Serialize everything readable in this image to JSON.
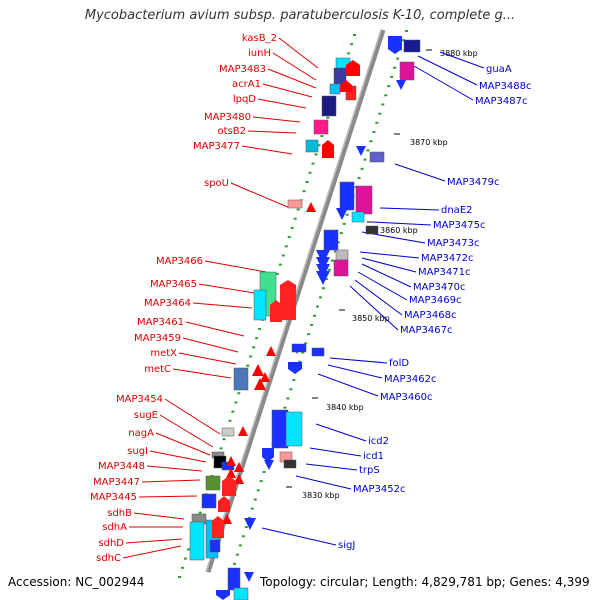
{
  "title": "Mycobacterium avium subsp. paratuberculosis K-10, complete g...",
  "accession": "Accession: NC_002944",
  "topology": "Topology: circular; Length: 4,829,781 bp; Genes: 4,399",
  "colors": {
    "left_labels": "#dd0000",
    "right_labels": "#0000cc",
    "backbone": "#888888"
  },
  "kbp_ticks": [
    {
      "text": "3880 kbp",
      "kbp": 3880
    },
    {
      "text": "3870 kbp",
      "kbp": 3870
    },
    {
      "text": "3860 kbp",
      "kbp": 3860
    },
    {
      "text": "3850 kbp",
      "kbp": 3850
    },
    {
      "text": "3840 kbp",
      "kbp": 3840
    },
    {
      "text": "3830 kbp",
      "kbp": 3830
    }
  ],
  "left_genes": [
    "kasB_2",
    "iunH",
    "MAP3483",
    "acrA1",
    "lpqD",
    "MAP3480",
    "otsB2",
    "MAP3477",
    "spoU",
    "MAP3466",
    "MAP3465",
    "MAP3464",
    "MAP3461",
    "MAP3459",
    "metX",
    "metC",
    "MAP3454",
    "sugE",
    "nagA",
    "sugI",
    "MAP3448",
    "MAP3447",
    "MAP3445",
    "sdhB",
    "sdhA",
    "sdhD",
    "sdhC"
  ],
  "right_genes": [
    "guaA",
    "MAP3488c",
    "MAP3487c",
    "MAP3479c",
    "dnaE2",
    "MAP3475c",
    "MAP3473c",
    "MAP3472c",
    "MAP3471c",
    "MAP3470c",
    "MAP3469c",
    "MAP3468c",
    "MAP3467c",
    "folD",
    "MAP3462c",
    "MAP3460c",
    "icd2",
    "icd1",
    "trpS",
    "MAP3452c",
    "sigJ"
  ]
}
